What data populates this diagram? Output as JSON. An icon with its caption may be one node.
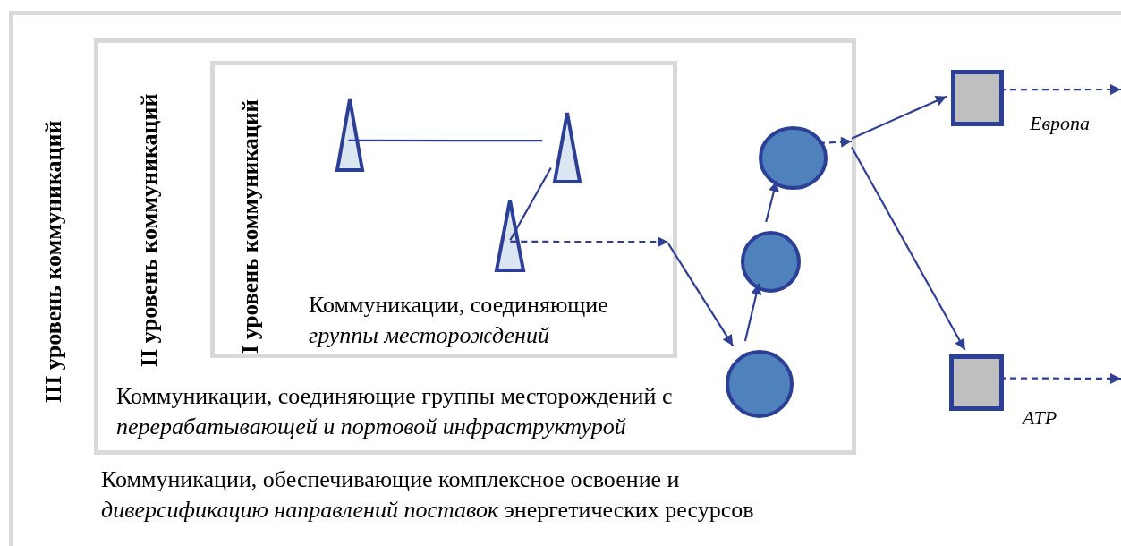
{
  "diagram": {
    "nodes": [
      {
        "text": [
          "III уровень коммуникаций",
          "Коммуникации, обеспечивающие комплексное освоение и *диверсификацию направлений поставок* энергетических ресурсов"
        ]
      },
      {
        "text": [
          "II уровень коммуникаций",
          "Коммуникации, соединяющие группы месторождений с *перерабатывающей и портовой инфраструктурой*"
        ],
        "in": 0
      },
      {
        "text": [
          "I уровень коммуникаций",
          "Коммуникации, соединяющие *группы месторождений*"
        ],
        "in": 1
      },
      {
        "text": [],
        "shape": "triangle",
        "in": 2
      },
      {
        "text": [],
        "shape": "triangle",
        "in": 2
      },
      {
        "text": [],
        "shape": "triangle",
        "in": 2
      },
      {
        "text": [],
        "shape": "circle",
        "in": 1
      },
      {
        "text": [],
        "shape": "circle",
        "in": 1
      },
      {
        "text": [],
        "shape": "circle",
        "in": 1
      },
      {
        "text": [],
        "shape": "box",
        "in": 0,
        "beside": [
          "Европа"
        ]
      },
      {
        "text": [],
        "shape": "box",
        "in": 0,
        "beside": [
          "ATP"
        ]
      }
    ],
    "edges": [
      {
        "from": 3,
        "to": 4,
        "arrow": "none"
      },
      {
        "from": 4,
        "to": 5,
        "arrow": "none"
      },
      {
        "from": 5,
        "to": 2,
        "arrow": "to",
        "style": "dashed"
      },
      {
        "from": 2,
        "to": 6,
        "arrow": "to"
      },
      {
        "from": 6,
        "to": 7,
        "arrow": "to"
      },
      {
        "from": 7,
        "to": 8,
        "arrow": "to"
      },
      {
        "from": 8,
        "to": 1,
        "arrow": "to",
        "style": "dashed"
      },
      {
        "from": 1,
        "to": 9,
        "arrow": "to"
      },
      {
        "from": 1,
        "to": 10,
        "arrow": "to"
      },
      {
        "from": 9,
        "to": null,
        "arrow": "to",
        "style": "dashed"
      },
      {
        "from": 10,
        "to": null,
        "arrow": "to",
        "style": "dashed"
      }
    ]
  }
}
